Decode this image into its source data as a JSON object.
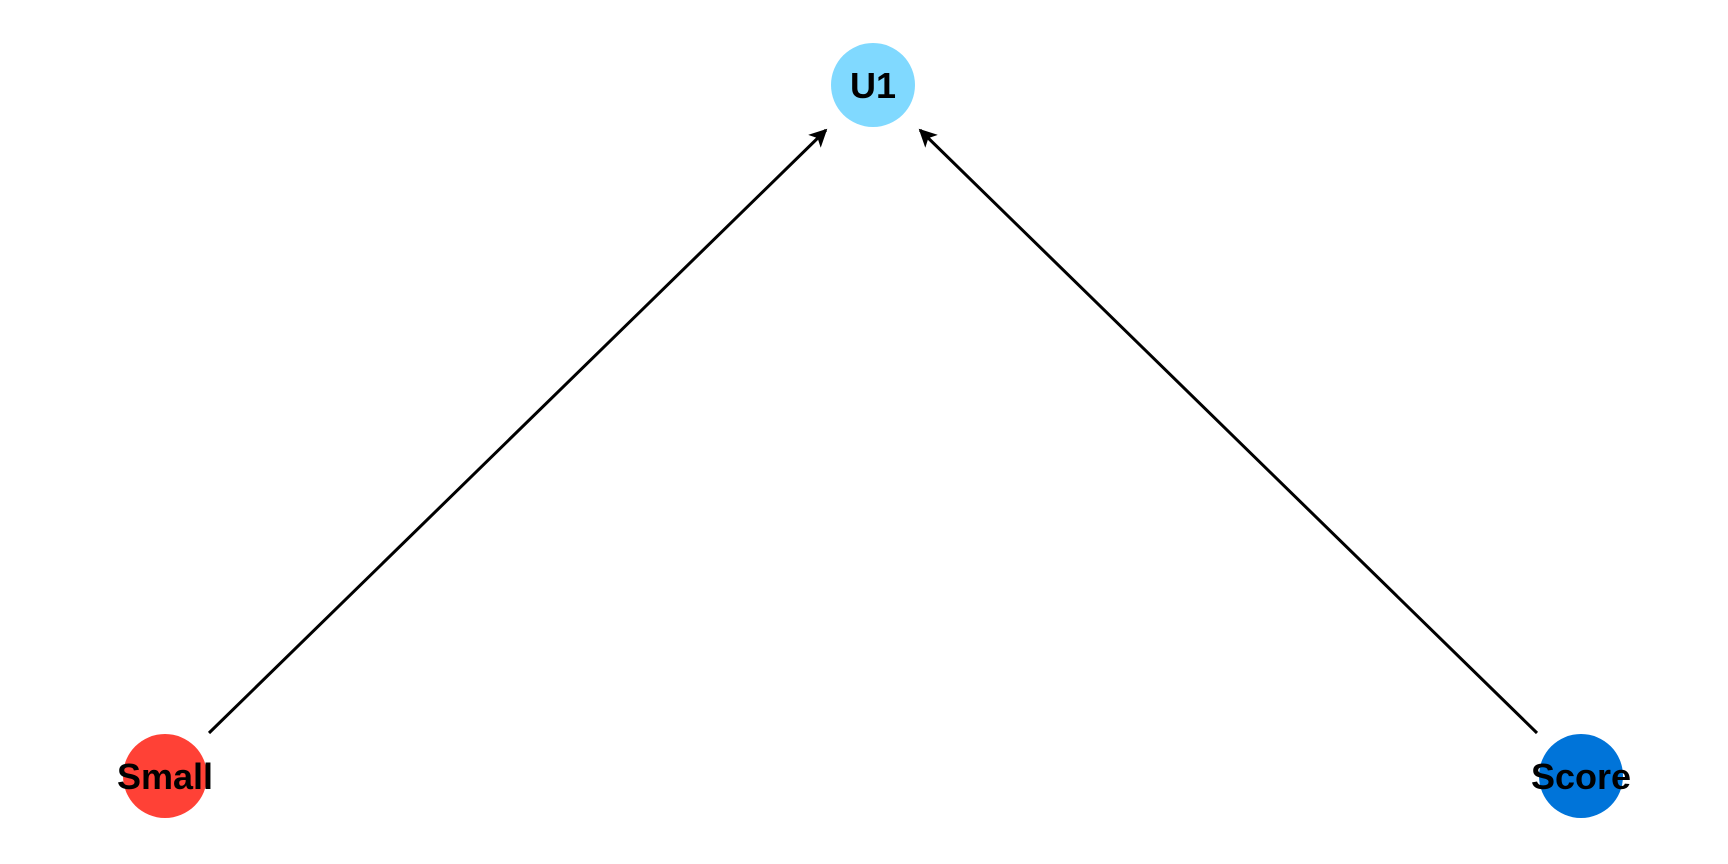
{
  "nodes": [
    {
      "id": "u1",
      "label": "U1",
      "color": "#80D9FF"
    },
    {
      "id": "small",
      "label": "Small",
      "color": "#FF4136"
    },
    {
      "id": "score",
      "label": "Score",
      "color": "#0074D9"
    }
  ],
  "edges": [
    {
      "from": "small",
      "to": "u1"
    },
    {
      "from": "score",
      "to": "u1"
    }
  ]
}
